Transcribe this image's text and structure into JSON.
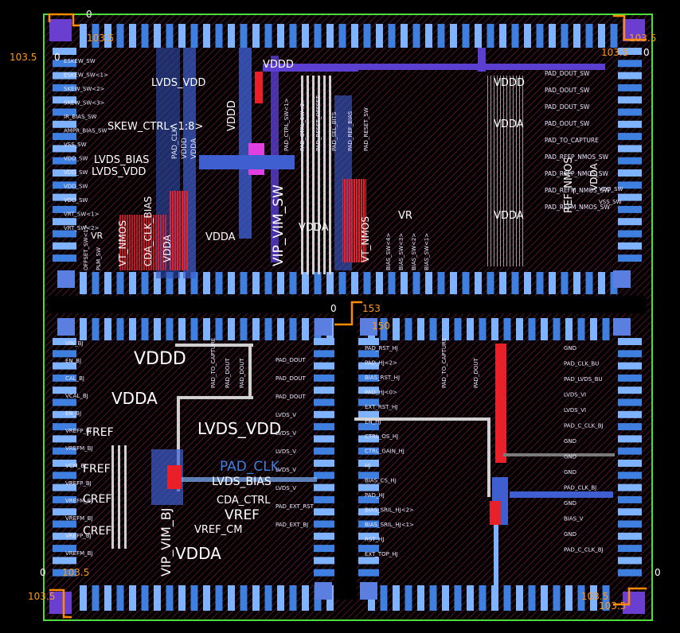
{
  "colors": {
    "background": "#000000",
    "boundary": "#4cdc3c",
    "pad": "#3f7fe0",
    "padLight": "#7fb3ff",
    "padLabel": "#e8e8ff",
    "metalRed": "#e8202a",
    "metalMagenta": "#e040e0",
    "metalPurple": "#7a4ce0",
    "ruler": "#ff8c00",
    "rulerText": "#ff9a1a",
    "hatch": "#8a1f4a",
    "white": "#ffffff",
    "grey": "#bfbfbf"
  },
  "rulers": {
    "v103_tl_a": "103.5",
    "v103_tl_b": "103.5",
    "zero_top": "0",
    "zero_tl": "0",
    "v103_tr_a": "103.5",
    "v103_tr_b": "103.5",
    "zero_tr": "0",
    "v153": "153",
    "v150": "150",
    "zero_mid": "0",
    "zero_bl": "0",
    "v103_bl_a": "103.5",
    "v103_bl_b": "103.5",
    "v103_br_a": "103.5",
    "v103_br_b": "103.5",
    "zero_br": "0"
  },
  "blocks": {
    "top_left_lvds_vdd": "LVDS_VDD",
    "top_left_skew": "SKEW_CTRL<1:8>",
    "top_left_lvds_bias": "LVDS_BIAS",
    "top_left_lvds_vdd2": "LVDS_VDD",
    "top_left_vddd": "VDDD",
    "top_left_vdda": "VDDA",
    "top_left_vr": "VR",
    "top_left_vdda2": "VDDA",
    "top_left_vt_nmos": "VT_NMOS",
    "top_left_cda_clk_bias": "CDA_CLK_BIAS",
    "top_left_vip_vim_sw": "VIP_VIM_SW",
    "top_left_vddd2": "VDDD",
    "top_mid_vdda": "VDDA",
    "top_mid_vt_nmos": "VT_NMOS",
    "top_mid_vr": "VR",
    "top_right_vddd": "VDDD",
    "top_right_vdda": "VDDA",
    "top_right_vdda2": "VDDA",
    "top_right_ref_nmos": "REF_NMOS",
    "top_right_vdda3": "VDDA",
    "bl_vddd": "VDDD",
    "bl_vdda": "VDDA",
    "bl_fref": "FREF",
    "bl_fref2": "FREF",
    "bl_cref": "CREF",
    "bl_cref2": "CREF",
    "bl_lvds_vdd": "LVDS_VDD",
    "bl_pad_clk": "PAD_CLK",
    "bl_lvds_bias": "LVDS_BIAS",
    "bl_cda_ctrl": "CDA_CTRL",
    "bl_vref": "VREF",
    "bl_vref_cm": "VREF_CM",
    "bl_vdda2": "VDDA",
    "bl_vip_vim": "VIP_VIM_BJ"
  },
  "pads": {
    "tl_left": [
      "ESKEW_SW",
      "ESKEW_SW<1>",
      "SKEW_SW<2>",
      "SKEW_SW<3>",
      "IR_BIAS_SW",
      "AMPR_BIAS_SW",
      "VSS_SW",
      "VDD_SW",
      "VDD_SW",
      "VDD_SW",
      "VDD_SW",
      "VRT_SW<1>",
      "VRT_SW<2>"
    ],
    "tl_top_fragments": [
      "PAD_CLK",
      "VDDD",
      "VDDA"
    ],
    "tl_bottom": [
      "OFFSET_SW<1>",
      "PLM_SW"
    ],
    "tm_top": [
      "PAD_CTRL_SW<1>",
      "PAD_CTRL_SW<2>",
      "PAD_RESET_OFFSET",
      "PAD_SEL_BITS",
      "PAD_REF_BIAS",
      "PAD_RESET_SW"
    ],
    "tm_bottom": [
      "BIAS_SW<4>",
      "BIAS_SW<3>",
      "BIAS_SW<2>",
      "BIAS_SW<1>"
    ],
    "tr_right": [
      "PAD_DOUT_SW",
      "PAD_DOUT_SW",
      "PAD_DOUT_SW",
      "PAD_DOUT_SW",
      "PAD_TO_CAPTURE",
      "PAD_REFP_NMOS_SW",
      "PAD_REFP_NMOS_SW",
      "PAD_REFM_NMOS_SW",
      "PAD_REFM_NMOS_SW"
    ],
    "tr_right_short": [
      "VDD_SW",
      "VSS_SW"
    ],
    "bl_left": [
      "VIN_BJ",
      "EN_BJ",
      "CAL_BJ",
      "VCAL_BJ",
      "EN_BJ",
      "VREFP_BJ",
      "VREFM_BJ",
      "VCM_BJ",
      "VREFP_BJ",
      "VREFM_BJ",
      "VREFM_BJ",
      "VREFP_BJ",
      "VREFM_BJ"
    ],
    "bl_right": [
      "PAD_DOUT",
      "PAD_DOUT",
      "PAD_DOUT",
      "LVDS_V",
      "LVDS_V",
      "LVDS_V",
      "LVDS_V",
      "LVDS_V",
      "PAD_EXT_RST",
      "PAD_EXT_BJ"
    ],
    "bl_top": [
      "PAD_TO_CAPTURE",
      "PAD_DOUT",
      "PAD_DOUT"
    ],
    "br_left": [
      "PAD_RST_HJ",
      "PAD_HJ<2>",
      "BIAS_RST_HJ",
      "PAD_HJ<0>",
      "EXT_RST_HJ",
      "EN_HJ",
      "CTRL_OS_HJ",
      "CTRL_GAIN_HJ",
      "HJ",
      "BIAS_CS_HJ",
      "PAD_HJ",
      "BIAS_SRIL_HJ<2>",
      "BIAS_SRIL_HJ<1>",
      "RST_HJ",
      "EXT_TOP_HJ"
    ],
    "br_right": [
      "GND",
      "PAD_CLK_BU",
      "PAD_LVDS_BU",
      "LVDS_VI",
      "LVDS_VI",
      "PAD_C_CLK_BJ",
      "GND",
      "GND",
      "GND",
      "PAD_CLK_BJ",
      "GND",
      "BIAS_V",
      "GND",
      "PAD_C_CLK_BJ"
    ],
    "br_top": [
      "PAD_TO_CAPTURE",
      "PAD_DOUT"
    ]
  }
}
